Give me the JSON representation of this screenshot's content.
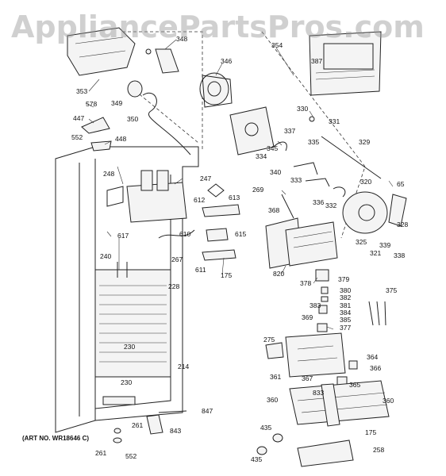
{
  "watermark": "AppliancePartsPros.com",
  "art_number": "(ART NO. WR18646 C)",
  "part_labels": [
    "348",
    "346",
    "354",
    "387",
    "353",
    "349",
    "578",
    "350",
    "447",
    "552",
    "448",
    "330",
    "331",
    "337",
    "335",
    "345",
    "334",
    "340",
    "333",
    "329",
    "248",
    "247",
    "612",
    "613",
    "269",
    "336",
    "332",
    "320",
    "65",
    "617",
    "368",
    "610",
    "615",
    "328",
    "267",
    "611",
    "325",
    "339",
    "321",
    "338",
    "240",
    "175",
    "820",
    "228",
    "378",
    "379",
    "380",
    "382",
    "375",
    "383",
    "381",
    "384",
    "385",
    "377",
    "369",
    "275",
    "230",
    "364",
    "361",
    "214",
    "366",
    "367",
    "365",
    "230",
    "833",
    "360",
    "360",
    "847",
    "261",
    "843",
    "435",
    "175",
    "261",
    "552",
    "435",
    "258"
  ],
  "colors": {
    "line": "#222222",
    "watermark": "#969696"
  }
}
